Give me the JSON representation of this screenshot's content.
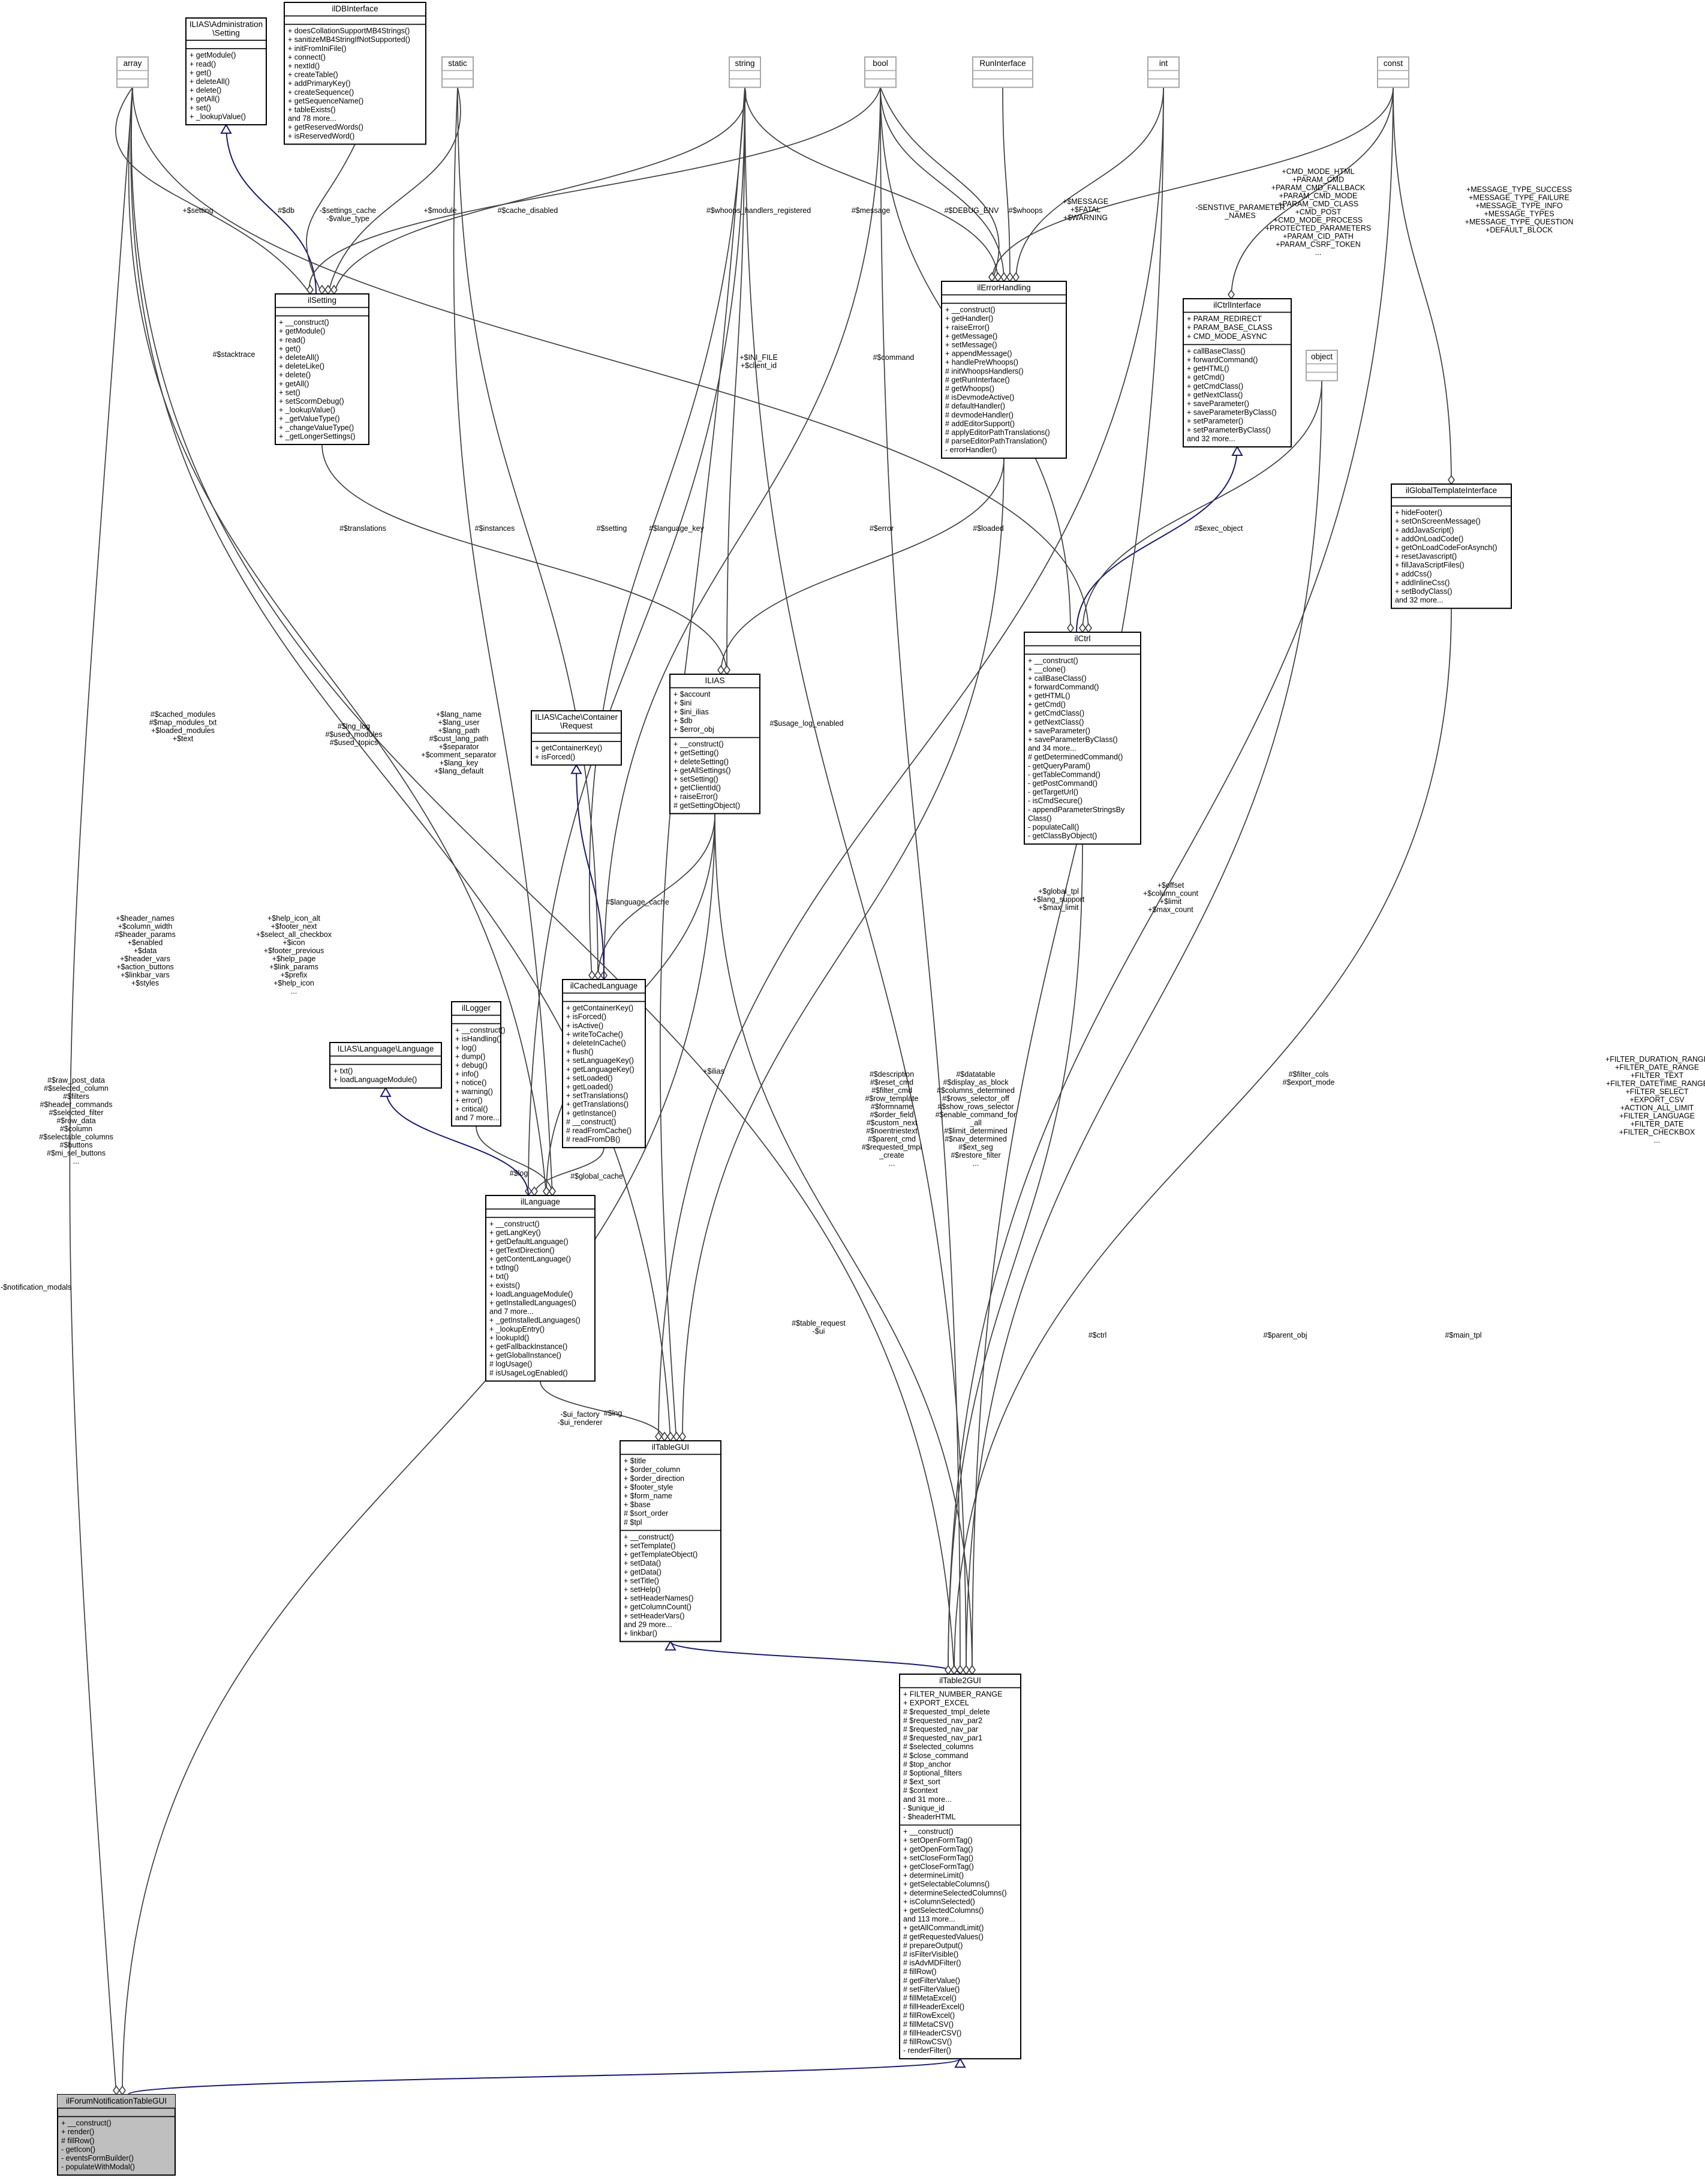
{
  "diagram": {
    "nodes": [
      {
        "id": "array",
        "title": [
          "array"
        ],
        "attrs": [],
        "methods": [],
        "external": true
      },
      {
        "id": "admin_setting",
        "title": [
          "ILIAS\\Administration",
          "\\Setting"
        ],
        "attrs": [],
        "methods": [
          "+ getModule()",
          "+ read()",
          "+ get()",
          "+ deleteAll()",
          "+ delete()",
          "+ getAll()",
          "+ set()",
          "+ _lookupValue()"
        ]
      },
      {
        "id": "ildbinterface",
        "title": [
          "ilDBInterface"
        ],
        "attrs": [],
        "methods": [
          "+ doesCollationSupportMB4Strings()",
          "+ sanitizeMB4StringIfNotSupported()",
          "+ initFromIniFile()",
          "+ connect()",
          "+ nextId()",
          "+ createTable()",
          "+ addPrimaryKey()",
          "+ createSequence()",
          "+ getSequenceName()",
          "+ tableExists()",
          "and 78 more...",
          "+ getReservedWords()",
          "+ isReservedWord()"
        ]
      },
      {
        "id": "static",
        "title": [
          "static"
        ],
        "attrs": [],
        "methods": [],
        "external": true
      },
      {
        "id": "string",
        "title": [
          "string"
        ],
        "attrs": [],
        "methods": [],
        "external": true
      },
      {
        "id": "bool",
        "title": [
          "bool"
        ],
        "attrs": [],
        "methods": [],
        "external": true
      },
      {
        "id": "runinterface",
        "title": [
          "RunInterface"
        ],
        "attrs": [],
        "methods": [],
        "external": true
      },
      {
        "id": "int",
        "title": [
          "int"
        ],
        "attrs": [],
        "methods": [],
        "external": true
      },
      {
        "id": "const",
        "title": [
          "const"
        ],
        "attrs": [],
        "methods": [],
        "external": true
      },
      {
        "id": "ilsetting",
        "title": [
          "ilSetting"
        ],
        "attrs": [],
        "methods": [
          "+ __construct()",
          "+ getModule()",
          "+ read()",
          "+ get()",
          "+ deleteAll()",
          "+ deleteLike()",
          "+ delete()",
          "+ getAll()",
          "+ set()",
          "+ setScormDebug()",
          "+ _lookupValue()",
          "+ _getValueType()",
          "+ _changeValueType()",
          "+ _getLongerSettings()"
        ]
      },
      {
        "id": "ilerrorhandling",
        "title": [
          "ilErrorHandling"
        ],
        "attrs": [],
        "methods": [
          "+ __construct()",
          "+ getHandler()",
          "+ raiseError()",
          "+ getMessage()",
          "+ setMessage()",
          "+ appendMessage()",
          "+ handlePreWhoops()",
          "# initWhoopsHandlers()",
          "# getRunInterface()",
          "# getWhoops()",
          "# isDevmodeActive()",
          "# defaultHandler()",
          "# devmodeHandler()",
          "# addEditorSupport()",
          "# applyEditorPathTranslations()",
          "# parseEditorPathTranslation()",
          "- errorHandler()"
        ]
      },
      {
        "id": "ilctrlinterface",
        "title": [
          "ilCtrlInterface"
        ],
        "attrs": [
          "+ PARAM_REDIRECT",
          "+ PARAM_BASE_CLASS",
          "+ CMD_MODE_ASYNC"
        ],
        "methods": [
          "+ callBaseClass()",
          "+ forwardCommand()",
          "+ getHTML()",
          "+ getCmd()",
          "+ getCmdClass()",
          "+ getNextClass()",
          "+ saveParameter()",
          "+ saveParameterByClass()",
          "+ setParameter()",
          "+ setParameterByClass()",
          "and 32 more..."
        ]
      },
      {
        "id": "object",
        "title": [
          "object"
        ],
        "attrs": [],
        "methods": [],
        "external": true
      },
      {
        "id": "ilglobaltemplateinterface",
        "title": [
          "ilGlobalTemplateInterface"
        ],
        "attrs": [],
        "methods": [
          "+ hideFooter()",
          "+ setOnScreenMessage()",
          "+ addJavaScript()",
          "+ addOnLoadCode()",
          "+ getOnLoadCodeForAsynch()",
          "+ resetJavascript()",
          "+ fillJavaScriptFiles()",
          "+ addCss()",
          "+ addInlineCss()",
          "+ setBodyClass()",
          "and 32 more..."
        ]
      },
      {
        "id": "ilias",
        "title": [
          "ILIAS"
        ],
        "attrs": [
          "+ $account",
          "+ $ini",
          "+ $ini_ilias",
          "+ $db",
          "+ $error_obj"
        ],
        "methods": [
          "+ __construct()",
          "+ getSetting()",
          "+ deleteSetting()",
          "+ getAllSettings()",
          "+ setSetting()",
          "+ getClientId()",
          "+ raiseError()",
          "# getSettingObject()"
        ]
      },
      {
        "id": "cache_request",
        "title": [
          "ILIAS\\Cache\\Container",
          "\\Request"
        ],
        "attrs": [],
        "methods": [
          "+ getContainerKey()",
          "+ isForced()"
        ]
      },
      {
        "id": "ilctrl",
        "title": [
          "ilCtrl"
        ],
        "attrs": [],
        "methods": [
          "+ __construct()",
          "+ __clone()",
          "+ callBaseClass()",
          "+ forwardCommand()",
          "+ getHTML()",
          "+ getCmd()",
          "+ getCmdClass()",
          "+ getNextClass()",
          "+ saveParameter()",
          "+ saveParameterByClass()",
          "and 34 more...",
          "# getDeterminedCommand()",
          "- getQueryParam()",
          "- getTableCommand()",
          "- getPostCommand()",
          "- getTargetUrl()",
          "- isCmdSecure()",
          "- appendParameterStringsBy",
          "Class()",
          "- populateCall()",
          "- getClassByObject()"
        ]
      },
      {
        "id": "illogger",
        "title": [
          "ilLogger"
        ],
        "attrs": [],
        "methods": [
          "+ __construct()",
          "+ isHandling()",
          "+ log()",
          "+ dump()",
          "+ debug()",
          "+ info()",
          "+ notice()",
          "+ warning()",
          "+ error()",
          "+ critical()",
          "and 7 more..."
        ]
      },
      {
        "id": "ilias_language",
        "title": [
          "ILIAS\\Language\\Language"
        ],
        "attrs": [],
        "methods": [
          "+ txt()",
          "+ loadLanguageModule()"
        ]
      },
      {
        "id": "ilcachedlanguage",
        "title": [
          "ilCachedLanguage"
        ],
        "attrs": [],
        "methods": [
          "+ getContainerKey()",
          "+ isForced()",
          "+ isActive()",
          "+ writeToCache()",
          "+ deleteInCache()",
          "+ flush()",
          "+ setLanguageKey()",
          "+ getLanguageKey()",
          "+ setLoaded()",
          "+ getLoaded()",
          "+ setTranslations()",
          "+ getTranslations()",
          "+ getInstance()",
          "# __construct()",
          "# readFromCache()",
          "# readFromDB()"
        ]
      },
      {
        "id": "illanguage",
        "title": [
          "ilLanguage"
        ],
        "attrs": [],
        "methods": [
          "+ __construct()",
          "+ getLangKey()",
          "+ getDefaultLanguage()",
          "+ getTextDirection()",
          "+ getContentLanguage()",
          "+ txtlng()",
          "+ txt()",
          "+ exists()",
          "+ loadLanguageModule()",
          "+ getInstalledLanguages()",
          "and 7 more...",
          "+ _getInstalledLanguages()",
          "+ _lookupEntry()",
          "+ lookupId()",
          "+ getFallbackInstance()",
          "+ getGlobalInstance()",
          "# logUsage()",
          "# isUsageLogEnabled()"
        ]
      },
      {
        "id": "iltablegui",
        "title": [
          "ilTableGUI"
        ],
        "attrs": [
          "+ $title",
          "+ $order_column",
          "+ $order_direction",
          "+ $footer_style",
          "+ $form_name",
          "+ $base",
          "# $sort_order",
          "# $tpl"
        ],
        "methods": [
          "+ __construct()",
          "+ setTemplate()",
          "+ getTemplateObject()",
          "+ setData()",
          "+ getData()",
          "+ setTitle()",
          "+ setHelp()",
          "+ setHeaderNames()",
          "+ getColumnCount()",
          "+ setHeaderVars()",
          "and 29 more...",
          "+ linkbar()"
        ]
      },
      {
        "id": "iltable2gui",
        "title": [
          "ilTable2GUI"
        ],
        "attrs": [
          "+ FILTER_NUMBER_RANGE",
          "+ EXPORT_EXCEL",
          "# $requested_tmpl_delete",
          "# $requested_nav_par2",
          "# $requested_nav_par",
          "# $requested_nav_par1",
          "# $selected_columns",
          "# $close_command",
          "# $top_anchor",
          "# $optional_filters",
          "# $ext_sort",
          "# $context",
          "and 31 more...",
          "- $unique_id",
          "- $headerHTML"
        ],
        "methods": [
          "+ __construct()",
          "+ setOpenFormTag()",
          "+ getOpenFormTag()",
          "+ setCloseFormTag()",
          "+ getCloseFormTag()",
          "+ determineLimit()",
          "+ getSelectableColumns()",
          "+ determineSelectedColumns()",
          "+ isColumnSelected()",
          "+ getSelectedColumns()",
          "and 113 more...",
          "+ getAllCommandLimit()",
          "# getRequestedValues()",
          "# prepareOutput()",
          "# isFilterVisible()",
          "# isAdvMDFilter()",
          "# fillRow()",
          "# getFilterValue()",
          "# setFilterValue()",
          "# fillMetaExcel()",
          "# fillHeaderExcel()",
          "# fillRowExcel()",
          "# fillMetaCSV()",
          "# fillHeaderCSV()",
          "# fillRowCSV()",
          "- renderFilter()"
        ]
      },
      {
        "id": "ilforumnotificationtablegui",
        "title": [
          "ilForumNotificationTableGUI"
        ],
        "attrs": [],
        "methods": [
          "+ __construct()",
          "+ render()",
          "# fillRow()",
          "- getIcon()",
          "- eventsFormBuilder()",
          "- populateWithModal()"
        ],
        "focus": true
      }
    ],
    "edge_labels": [
      {
        "id": "l_setting",
        "lines": [
          "+$setting"
        ]
      },
      {
        "id": "l_db",
        "lines": [
          "#$db"
        ]
      },
      {
        "id": "l_settings_cache",
        "lines": [
          "-$settings_cache",
          "-$value_type"
        ]
      },
      {
        "id": "l_module",
        "lines": [
          "+$module"
        ]
      },
      {
        "id": "l_cache_disabled",
        "lines": [
          "#$cache_disabled"
        ]
      },
      {
        "id": "l_whoops_reg",
        "lines": [
          "#$whoops_handlers_registered"
        ]
      },
      {
        "id": "l_message",
        "lines": [
          "#$message"
        ]
      },
      {
        "id": "l_debug_env",
        "lines": [
          "#$DEBUG_ENV"
        ]
      },
      {
        "id": "l_whoops",
        "lines": [
          "#$whoops"
        ]
      },
      {
        "id": "l_msg_fatal",
        "lines": [
          "+$MESSAGE",
          "+$FATAL",
          "+$WARNING"
        ]
      },
      {
        "id": "l_sensitive",
        "lines": [
          "-SENSTIVE_PARAMETER",
          "_NAMES"
        ]
      },
      {
        "id": "l_cmd_mode",
        "lines": [
          "+CMD_MODE_HTML",
          "+PARAM_CMD",
          "+PARAM_CMD_FALLBACK",
          "+PARAM_CMD_MODE",
          "+PARAM_CMD_CLASS",
          "+CMD_POST",
          "+CMD_MODE_PROCESS",
          "+PROTECTED_PARAMETERS",
          "+PARAM_CID_PATH",
          "+PARAM_CSRF_TOKEN",
          "..."
        ]
      },
      {
        "id": "l_msg_types",
        "lines": [
          "+MESSAGE_TYPE_SUCCESS",
          "+MESSAGE_TYPE_FAILURE",
          "+MESSAGE_TYPE_INFO",
          "+MESSAGE_TYPES",
          "+MESSAGE_TYPE_QUESTION",
          "+DEFAULT_BLOCK"
        ]
      },
      {
        "id": "l_stacktrace",
        "lines": [
          "#$stacktrace"
        ]
      },
      {
        "id": "l_ini_file",
        "lines": [
          "+$INI_FILE",
          "+$client_id"
        ]
      },
      {
        "id": "l_command",
        "lines": [
          "#$command"
        ]
      },
      {
        "id": "l_translations",
        "lines": [
          "#$translations"
        ]
      },
      {
        "id": "l_instances",
        "lines": [
          "#$instances"
        ]
      },
      {
        "id": "l_setting2",
        "lines": [
          "#$setting"
        ]
      },
      {
        "id": "l_language_key",
        "lines": [
          "#$language_key"
        ]
      },
      {
        "id": "l_error",
        "lines": [
          "#$error"
        ]
      },
      {
        "id": "l_loaded",
        "lines": [
          "#$loaded"
        ]
      },
      {
        "id": "l_exec_object",
        "lines": [
          "#$exec_object"
        ]
      },
      {
        "id": "l_cached_modules",
        "lines": [
          "#$cached_modules",
          "#$map_modules_txt",
          "+$loaded_modules",
          "+$text"
        ]
      },
      {
        "id": "l_lng_log",
        "lines": [
          "#$lng_log",
          "#$used_modules",
          "#$used_topics"
        ]
      },
      {
        "id": "l_lang_name",
        "lines": [
          "+$lang_name",
          "+$lang_user",
          "+$lang_path",
          "#$cust_lang_path",
          "+$separator",
          "+$comment_separator",
          "+$lang_key",
          "+$lang_default"
        ]
      },
      {
        "id": "l_usage_log",
        "lines": [
          "#$usage_log_enabled"
        ]
      },
      {
        "id": "l_global_tpl",
        "lines": [
          "+$global_tpl",
          "+$lang_support",
          "+$max_limit"
        ]
      },
      {
        "id": "l_offset",
        "lines": [
          "+$offset",
          "+$column_count",
          "+$limit",
          "+$max_count"
        ]
      },
      {
        "id": "l_language_cache",
        "lines": [
          "#$language_cache"
        ]
      },
      {
        "id": "l_header_names",
        "lines": [
          "+$header_names",
          "+$column_width",
          "#$header_params",
          "+$enabled",
          "+$data",
          "+$header_vars",
          "+$action_buttons",
          "+$linkbar_vars",
          "+$styles"
        ]
      },
      {
        "id": "l_help_icon",
        "lines": [
          "+$help_icon_alt",
          "+$footer_next",
          "+$select_all_checkbox",
          "+$icon",
          "+$footer_previous",
          "+$help_page",
          "+$link_params",
          "+$prefix",
          "+$help_icon",
          "..."
        ]
      },
      {
        "id": "l_ilias",
        "lines": [
          "+$ilias"
        ]
      },
      {
        "id": "l_log",
        "lines": [
          "#$log"
        ]
      },
      {
        "id": "l_global_cache",
        "lines": [
          "#$global_cache"
        ]
      },
      {
        "id": "l_raw_post",
        "lines": [
          "#$raw_post_data",
          "#$selected_column",
          "#$filters",
          "#$header_commands",
          "#$selected_filter",
          "#$row_data",
          "#$column",
          "#$selectable_columns",
          "#$buttons",
          "#$mi_sel_buttons",
          "..."
        ]
      },
      {
        "id": "l_description",
        "lines": [
          "#$description",
          "#$reset_cmd",
          "#$filter_cmd",
          "#$row_template",
          "#$formname",
          "#$order_field",
          "#$custom_next",
          "#$noentriestext",
          "#$parent_cmd",
          "#$requested_tmpl",
          "_create",
          "..."
        ]
      },
      {
        "id": "l_datatable",
        "lines": [
          "#$datatable",
          "#$display_as_block",
          "#$columns_determined",
          "#$rows_selector_off",
          "#$show_rows_selector",
          "#$enable_command_for",
          "_all",
          "#$limit_determined",
          "#$nav_determined",
          "#$ext_seg",
          "#$restore_filter",
          "..."
        ]
      },
      {
        "id": "l_filter_cols",
        "lines": [
          "#$filter_cols",
          "#$export_mode"
        ]
      },
      {
        "id": "l_filter_duration",
        "lines": [
          "+FILTER_DURATION_RANGE",
          "+FILTER_DATE_RANGE",
          "+FILTER_TEXT",
          "+FILTER_DATETIME_RANGE",
          "+FILTER_SELECT",
          "+EXPORT_CSV",
          "+ACTION_ALL_LIMIT",
          "+FILTER_LANGUAGE",
          "+FILTER_DATE",
          "+FILTER_CHECKBOX",
          "..."
        ]
      },
      {
        "id": "l_notification_modals",
        "lines": [
          "-$notification_modals"
        ]
      },
      {
        "id": "l_table_request",
        "lines": [
          "#$table_request",
          "-$ui"
        ]
      },
      {
        "id": "l_lng",
        "lines": [
          "#$lng"
        ]
      },
      {
        "id": "l_ui_factory",
        "lines": [
          "-$ui_factory",
          "-$ui_renderer"
        ]
      },
      {
        "id": "l_ctrl",
        "lines": [
          "#$ctrl"
        ]
      },
      {
        "id": "l_parent_obj",
        "lines": [
          "#$parent_obj"
        ]
      },
      {
        "id": "l_main_tpl",
        "lines": [
          "#$main_tpl"
        ]
      }
    ]
  }
}
